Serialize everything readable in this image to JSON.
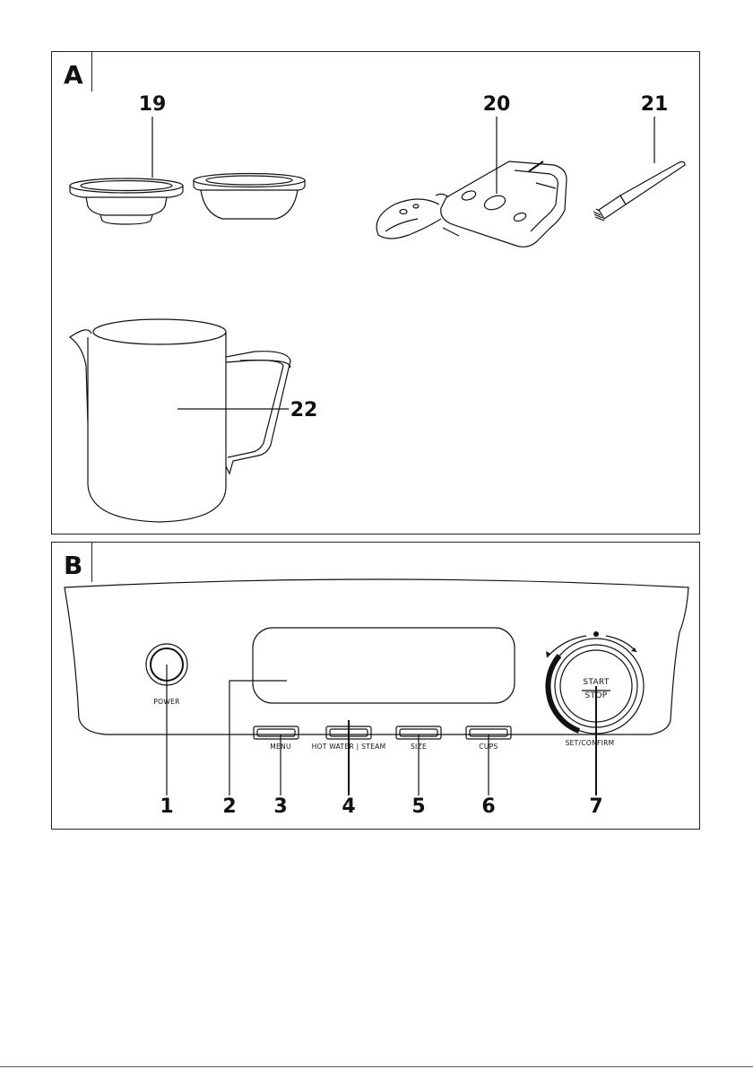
{
  "panel_a": {
    "letter": "A",
    "callouts": {
      "c19": "19",
      "c20": "20",
      "c21": "21",
      "c22": "22"
    }
  },
  "panel_b": {
    "letter": "B",
    "labels": {
      "power": "POWER",
      "menu": "MENU",
      "hot_water_steam": "HOT WATER | STEAM",
      "size": "SIZE",
      "cups": "CUPS",
      "set_confirm": "SET/CONFIRM",
      "start": "START",
      "stop": "STOP"
    },
    "callouts": {
      "c1": "1",
      "c2": "2",
      "c3": "3",
      "c4": "4",
      "c5": "5",
      "c6": "6",
      "c7": "7"
    }
  },
  "icons": [
    "filter-basket-single-icon",
    "filter-basket-double-icon",
    "tamper-tool-icon",
    "cleaning-brush-icon",
    "milk-jug-icon",
    "control-panel-icon",
    "dial-icon"
  ]
}
